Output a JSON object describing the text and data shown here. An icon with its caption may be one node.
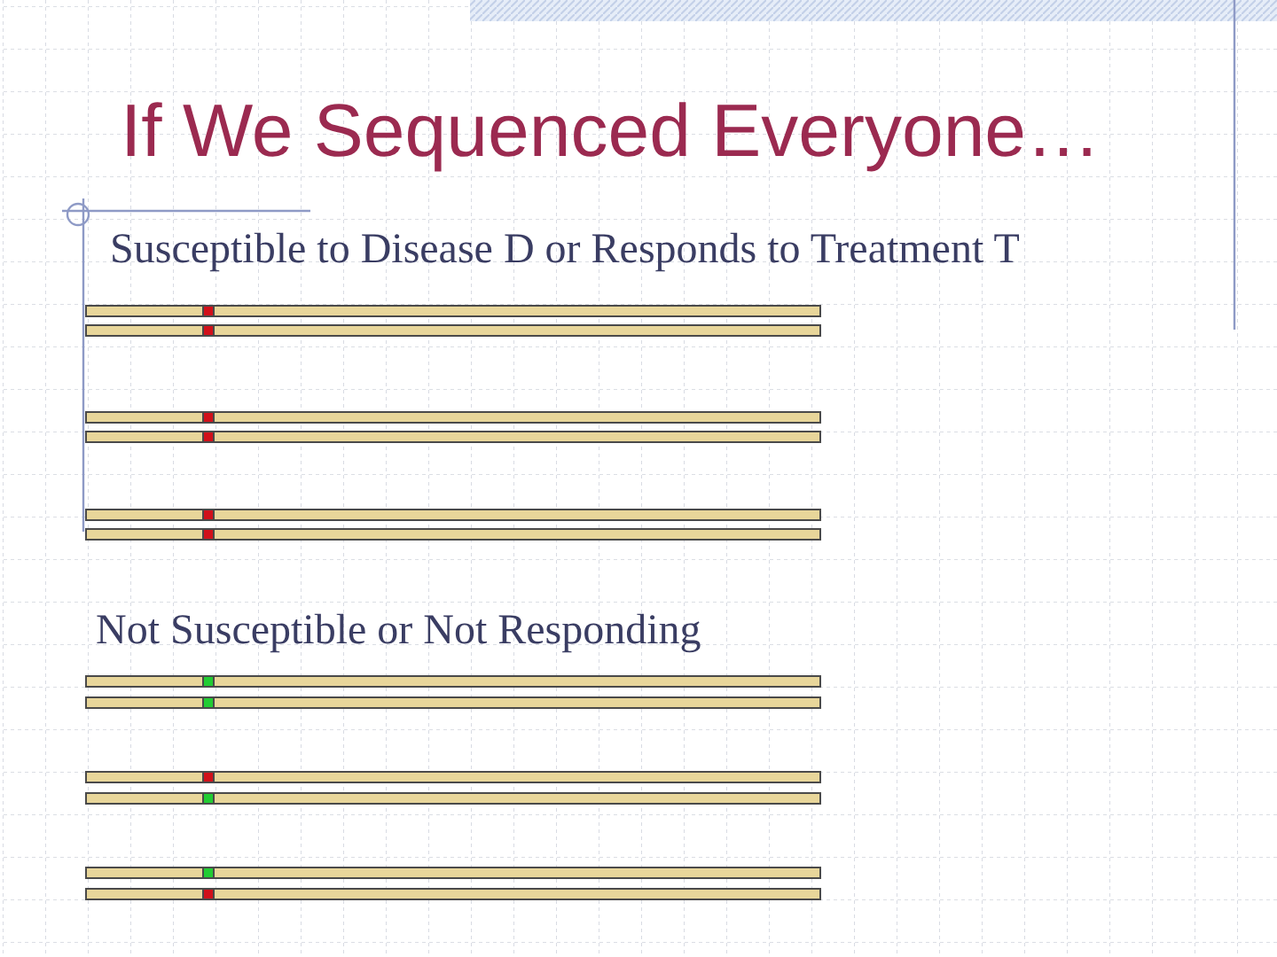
{
  "diagram": {
    "title": "If We Sequenced Everyone…",
    "nodes": [
      {
        "text": [],
        "shape": "bar"
      },
      {
        "text": [],
        "shape": "bar"
      },
      {
        "text": [],
        "shape": "bar"
      },
      {
        "text": [],
        "shape": "bar"
      },
      {
        "text": [],
        "shape": "bar"
      },
      {
        "text": [],
        "shape": "bar"
      },
      {
        "text": [],
        "shape": "bar"
      },
      {
        "text": [],
        "shape": "bar"
      },
      {
        "text": [],
        "shape": "bar"
      },
      {
        "text": [],
        "shape": "bar"
      },
      {
        "text": [],
        "shape": "bar"
      },
      {
        "text": [],
        "shape": "bar"
      }
    ],
    "labels": [
      "Susceptible to Disease D or Responds to Treatment T",
      "Not Susceptible or Not Responding"
    ]
  }
}
